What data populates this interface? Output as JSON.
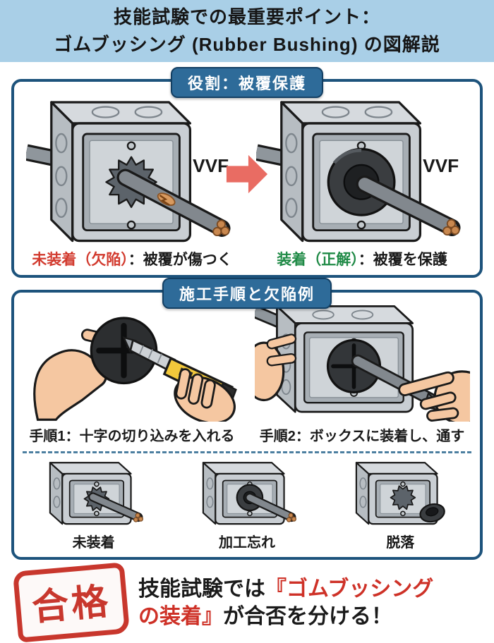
{
  "title": {
    "line1": "技能試験での最重要ポイント：",
    "line2": "ゴムブッシング (Rubber Bushing) の図解説"
  },
  "section1": {
    "header": "役割：被覆保護",
    "left": {
      "label_highlight": "未装着（欠陥）",
      "label_rest": "：被覆が傷つく",
      "cable_label": "VVF"
    },
    "right": {
      "label_highlight": "装着（正解）",
      "label_rest": "：被覆を保護",
      "cable_label": "VVF"
    }
  },
  "section2": {
    "header": "施工手順と欠陥例",
    "step1": {
      "caption": "手順1：十字の切り込みを入れる"
    },
    "step2": {
      "caption": "手順2：ボックスに装着し、通す"
    },
    "defects": [
      {
        "label": "未装着"
      },
      {
        "label": "加工忘れ"
      },
      {
        "label": "脱落"
      }
    ]
  },
  "footer": {
    "stamp": "合格",
    "line1_black": "技能試験では",
    "line1_red": "『ゴムブッシング",
    "line2_red": "の装着』",
    "line2_black": "が合否を分ける！"
  },
  "colors": {
    "title_band_bg": "#a9cfe7",
    "panel_border": "#1d537c",
    "badge_bg": "#2e6b99",
    "defect_red": "#d23a2e",
    "correct_green": "#1f8a46",
    "arrow_red": "#e96c63",
    "stamp_red": "#c8372d"
  }
}
